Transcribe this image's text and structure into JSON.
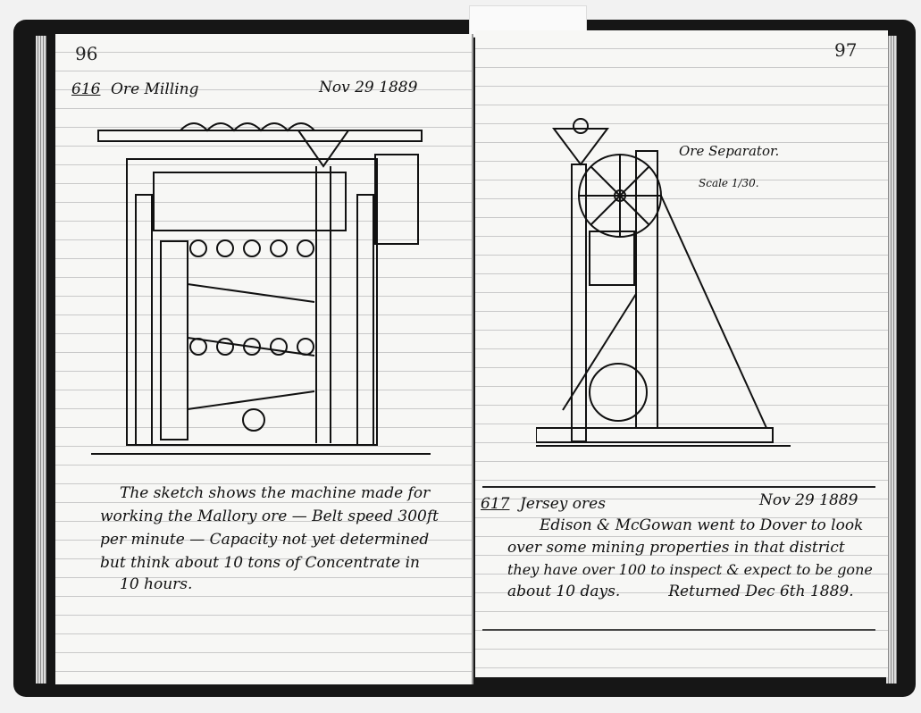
{
  "left_page": {
    "page_number": "96",
    "entry_number": "616",
    "entry_title": "Ore Milling",
    "date": "Nov 29 1889",
    "body_lines": [
      "The sketch shows the machine made for",
      "working the Mallory ore —  Belt speed 300ft",
      "per minute — Capacity not yet determined",
      "but think about 10 tons of Concentrate in",
      "10 hours."
    ]
  },
  "right_page": {
    "page_number": "97",
    "drawing_title": "Ore Separator.",
    "drawing_scale": "Scale 1/30.",
    "entry_number": "617",
    "entry_title": "Jersey ores",
    "date": "Nov 29 1889",
    "body_lines": [
      "Edison & McGowan went to Dover to look",
      "over some mining properties in that district",
      "they have over 100 to inspect & expect to be gone",
      "about 10 days.          Returned Dec 6th 1889."
    ]
  }
}
